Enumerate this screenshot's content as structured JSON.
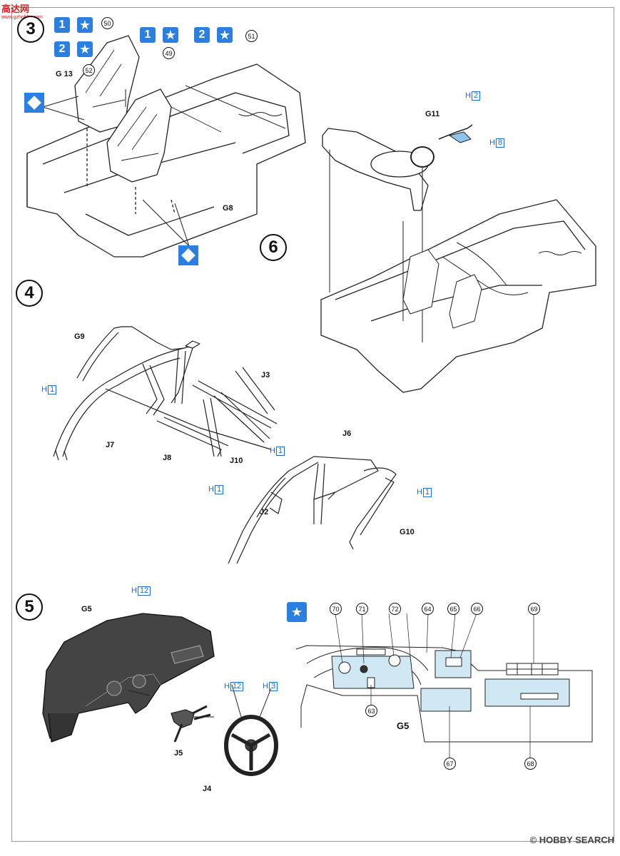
{
  "watermark_top": {
    "text": "高达网",
    "sub": "www.gzhobby.com"
  },
  "watermark_bottom": "© HOBBY SEARCH",
  "steps": {
    "s3": "3",
    "s4": "4",
    "s5": "5",
    "s6": "6"
  },
  "step3": {
    "part_g13": "G 13",
    "part_g8": "G8",
    "callouts": {
      "c50": "50",
      "c49": "49",
      "c51": "51",
      "c52": "52"
    },
    "badges": {
      "b1a": "1",
      "b2a": "2",
      "b1b": "1",
      "b2b": "2"
    }
  },
  "step4": {
    "parts": {
      "g9": "G9",
      "j3": "J3",
      "j7": "J7",
      "j8": "J8",
      "j10": "J10",
      "j6": "J6",
      "j2": "J2",
      "g10": "G10"
    },
    "h_labels": [
      {
        "prefix": "H",
        "num": "1"
      },
      {
        "prefix": "H",
        "num": "1"
      },
      {
        "prefix": "H",
        "num": "1"
      },
      {
        "prefix": "H",
        "num": "1"
      }
    ]
  },
  "step5": {
    "parts": {
      "g5": "G5",
      "j5": "J5",
      "j4": "J4"
    },
    "h_labels": [
      {
        "prefix": "H",
        "num": "12"
      },
      {
        "prefix": "H",
        "num": "12"
      },
      {
        "prefix": "H",
        "num": "3"
      }
    ]
  },
  "step6": {
    "parts": {
      "g11": "G11"
    },
    "h_labels": [
      {
        "prefix": "H",
        "num": "2"
      },
      {
        "prefix": "H",
        "num": "8"
      }
    ]
  },
  "decals": {
    "panel_label": "G5",
    "callouts": [
      "70",
      "71",
      "72",
      "64",
      "65",
      "66",
      "69",
      "63",
      "67",
      "68"
    ]
  },
  "colors": {
    "accent": "#2a7fe0",
    "hlabel": "#1a6fd0",
    "decal_fill": "#cfe8f4"
  }
}
